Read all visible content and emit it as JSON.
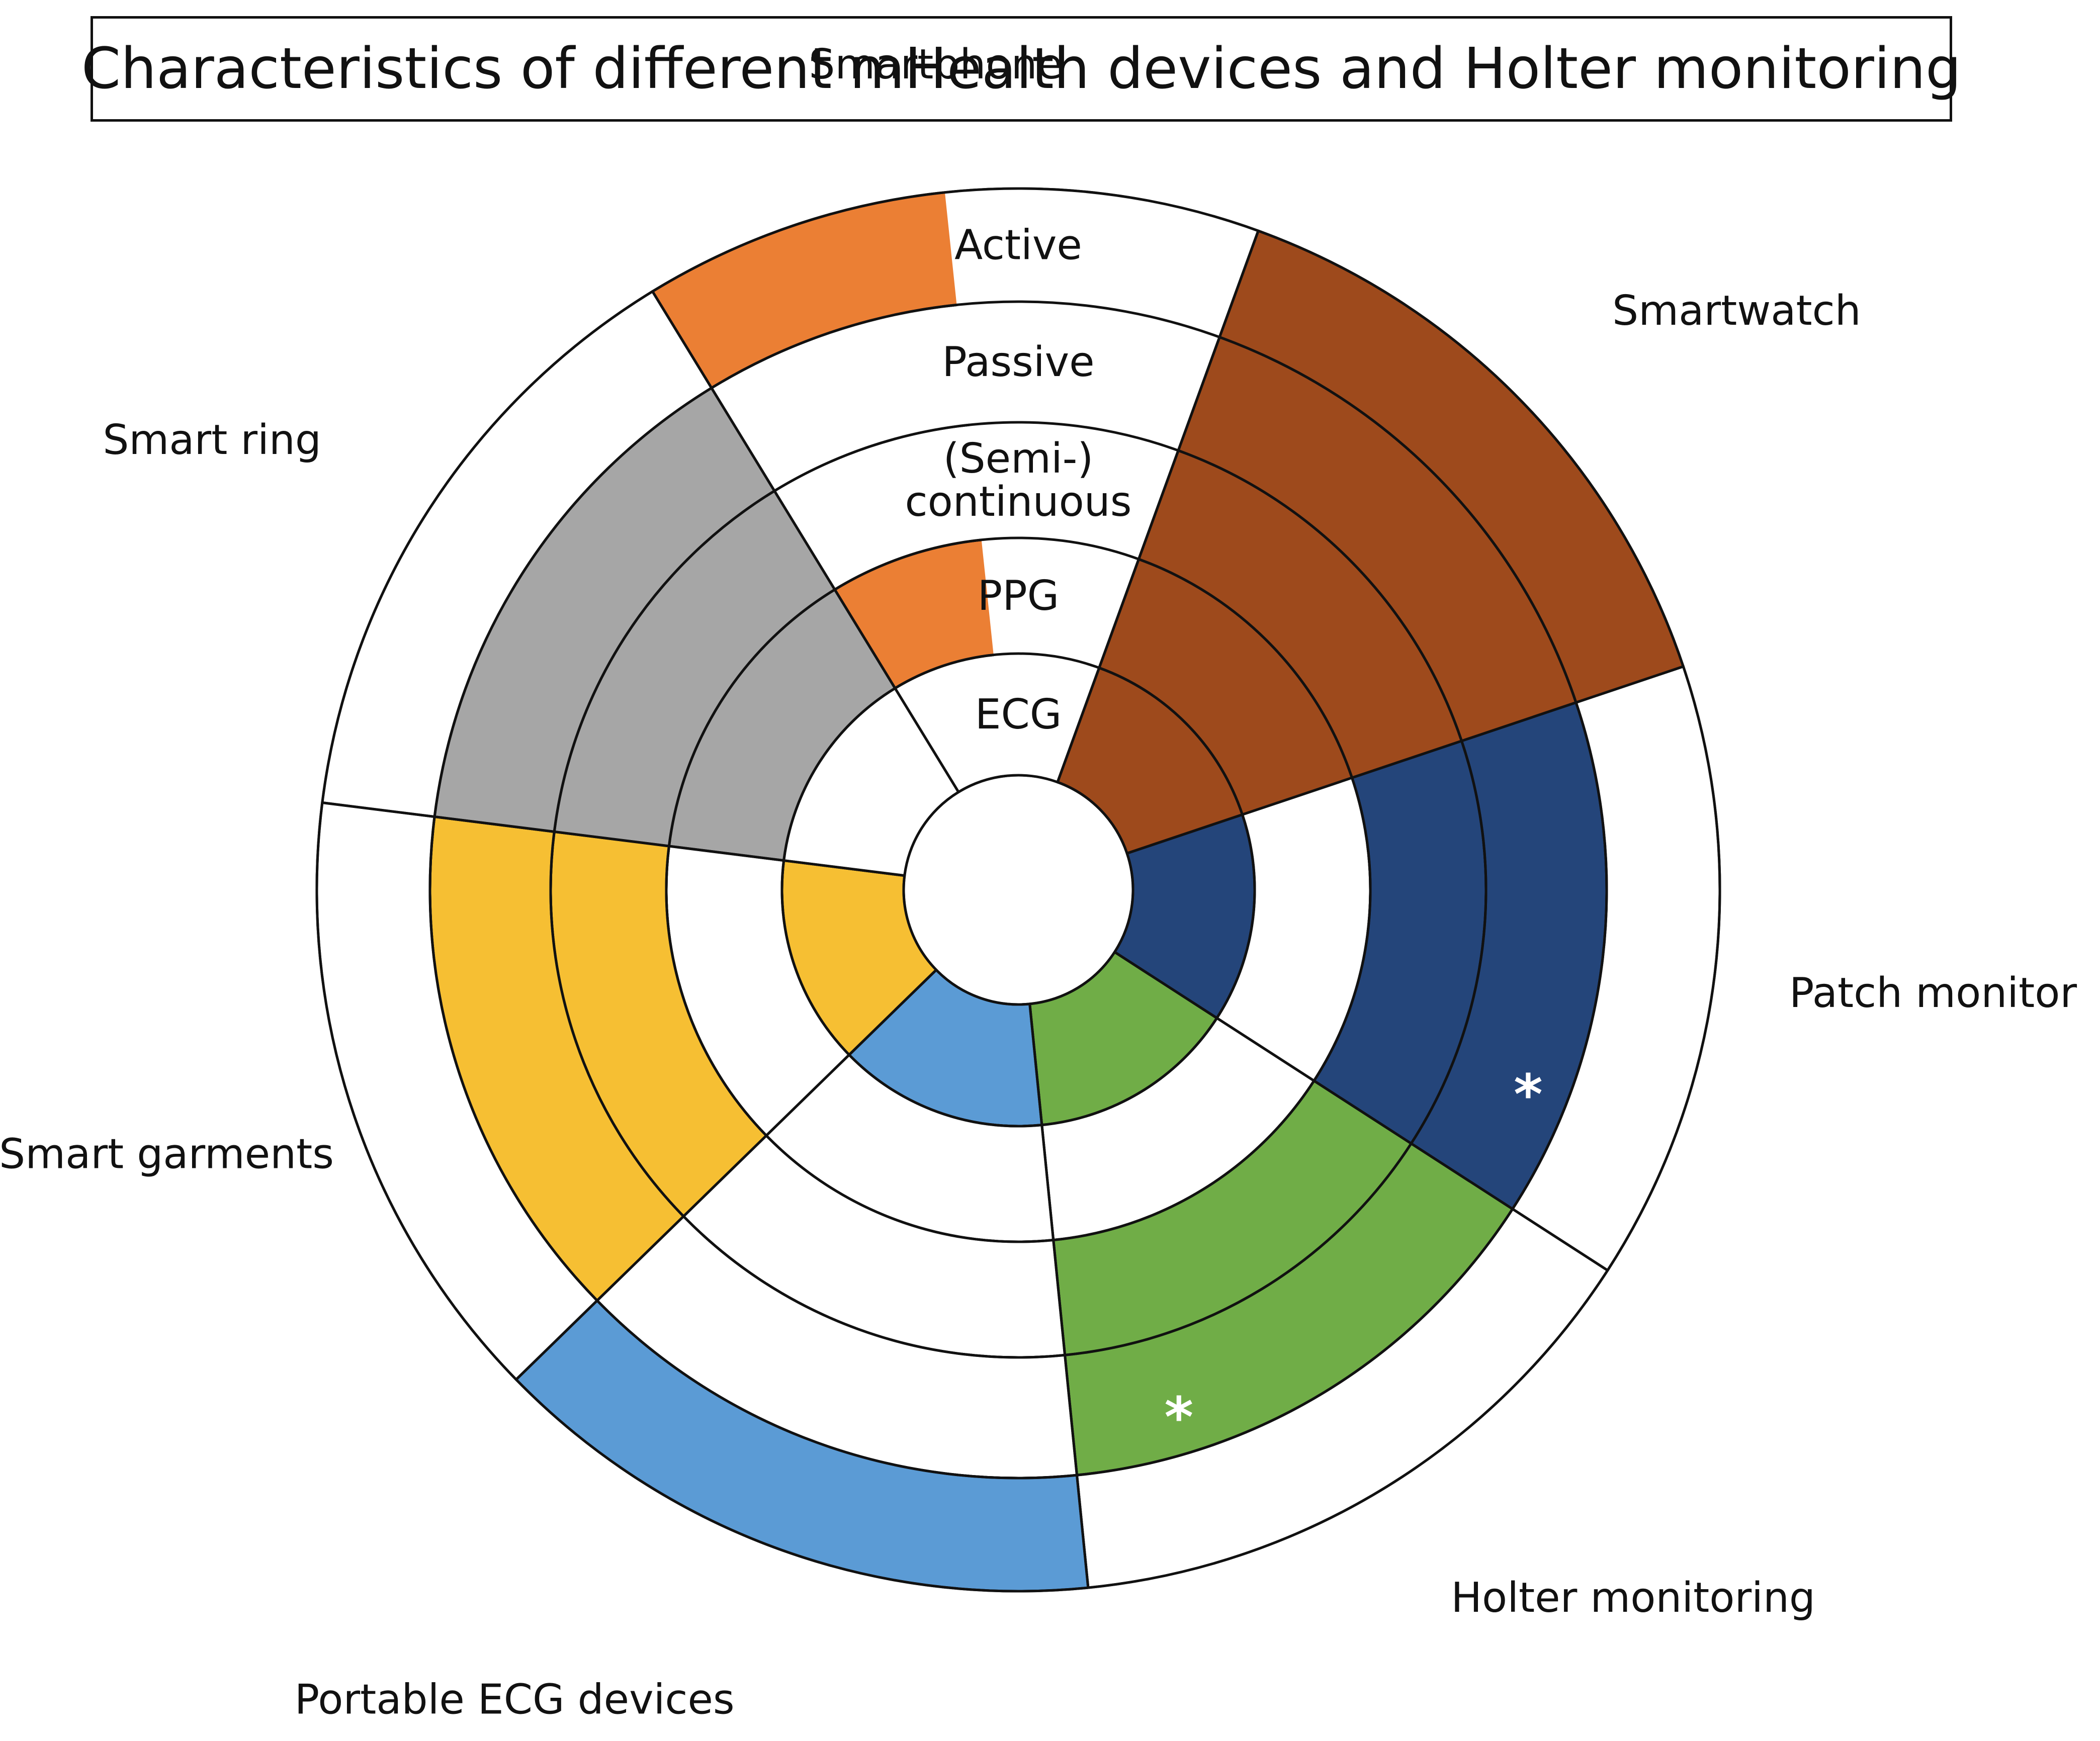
{
  "title": "Characteristics of different mHealth devices and Holter monitoring",
  "rings": [
    {
      "key": "ecg",
      "label_lines": [
        "ECG"
      ]
    },
    {
      "key": "ppg",
      "label_lines": [
        "PPG"
      ]
    },
    {
      "key": "continuous",
      "label_lines": [
        "(Semi-)",
        "continuous"
      ]
    },
    {
      "key": "passive",
      "label_lines": [
        "Passive"
      ]
    },
    {
      "key": "active",
      "label_lines": [
        "Active"
      ]
    }
  ],
  "devices": [
    {
      "key": "smartwatch",
      "label": "Smartwatch",
      "color": "#9E4A1C",
      "features": {
        "ecg": true,
        "ppg": true,
        "continuous": true,
        "passive": true,
        "active": true
      }
    },
    {
      "key": "patch-monitor",
      "label": "Patch monitor",
      "color": "#24457A",
      "features": {
        "ecg": true,
        "ppg": false,
        "continuous": true,
        "passive": true,
        "active": false
      }
    },
    {
      "key": "holter-monitoring",
      "label": "Holter monitoring",
      "color": "#70AD47",
      "features": {
        "ecg": true,
        "ppg": false,
        "continuous": true,
        "passive": true,
        "active": false
      }
    },
    {
      "key": "portable-ecg-devices",
      "label": "Portable ECG devices",
      "color": "#5B9BD5",
      "features": {
        "ecg": true,
        "ppg": false,
        "continuous": false,
        "passive": false,
        "active": true
      }
    },
    {
      "key": "smart-garments",
      "label": "Smart garments",
      "color": "#F6BF33",
      "features": {
        "ecg": true,
        "ppg": false,
        "continuous": true,
        "passive": true,
        "active": false
      }
    },
    {
      "key": "smart-ring",
      "label": "Smart ring",
      "color": "#A6A6A6",
      "features": {
        "ecg": false,
        "ppg": true,
        "continuous": true,
        "passive": true,
        "active": false
      }
    },
    {
      "key": "smartphone",
      "label": "Smartphone",
      "color": "#EB7F34",
      "features": {
        "ecg": false,
        "ppg": true,
        "continuous": false,
        "passive": false,
        "active": true
      }
    }
  ],
  "footnote_markers": [
    {
      "device": "patch-monitor",
      "ring": "passive",
      "symbol": "*"
    },
    {
      "device": "holter-monitoring",
      "ring": "passive",
      "symbol": "*"
    }
  ]
}
